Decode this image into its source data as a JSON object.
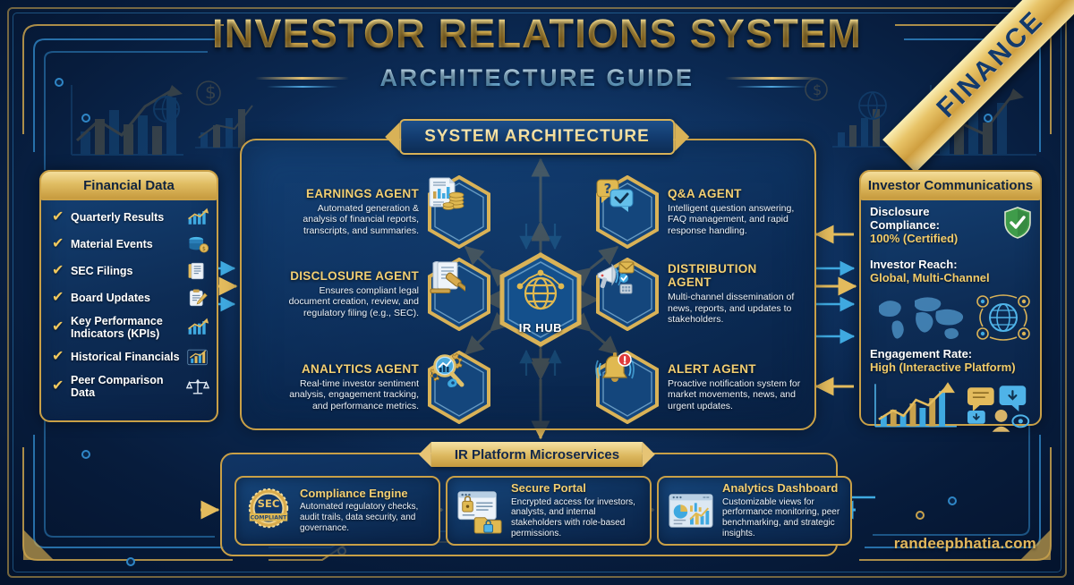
{
  "header": {
    "title": "INVESTOR RELATIONS SYSTEM",
    "subtitle": "ARCHITECTURE GUIDE",
    "ribbon_label": "FINANCE"
  },
  "colors": {
    "gold": "#d9b257",
    "gold_light": "#f3cf72",
    "cyan": "#3fa9e0",
    "navy": "#0b2c57",
    "white": "#ffffff"
  },
  "left_panel": {
    "title": "Financial Data",
    "items": [
      {
        "label": "Quarterly Results",
        "icon": "bar-chart-up-icon"
      },
      {
        "label": "Material Events",
        "icon": "database-coin-icon"
      },
      {
        "label": "SEC Filings",
        "icon": "documents-icon"
      },
      {
        "label": "Board Updates",
        "icon": "clipboard-pen-icon"
      },
      {
        "label": "Key Performance Indicators (KPIs)",
        "icon": "bar-chart-up-icon"
      },
      {
        "label": "Historical Financials",
        "icon": "bar-chart-gold-icon"
      },
      {
        "label": "Peer Comparison Data",
        "icon": "scales-icon"
      }
    ]
  },
  "right_panel": {
    "title": "Investor Communications",
    "metrics": [
      {
        "key": "Disclosure Compliance:",
        "value": "100% (Certified)",
        "icon": "shield-check-icon"
      },
      {
        "key": "Investor Reach:",
        "value": "Global, Multi-Channel",
        "icon": "world-map-icon"
      },
      {
        "key": "Engagement Rate:",
        "value": "High (Interactive Platform)",
        "icon": "growth-chart-icon"
      }
    ]
  },
  "architecture": {
    "banner": "SYSTEM ARCHITECTURE",
    "hub": {
      "label": "IR HUB",
      "icon": "globe-network-icon"
    },
    "agents_left": [
      {
        "title": "EARNINGS AGENT",
        "desc": "Automated generation & analysis of financial reports, transcripts, and summaries.",
        "icon": "financial-report-coins-icon"
      },
      {
        "title": "DISCLOSURE AGENT",
        "desc": "Ensures compliant legal document creation, review, and regulatory filing (e.g., SEC).",
        "icon": "legal-gavel-document-icon"
      },
      {
        "title": "ANALYTICS AGENT",
        "desc": "Real-time investor sentiment analysis, engagement tracking, and performance metrics.",
        "icon": "magnifier-gears-chart-icon"
      }
    ],
    "agents_right": [
      {
        "title": "Q&A AGENT",
        "desc": "Intelligent question answering, FAQ management, and rapid response handling.",
        "icon": "question-chat-check-icon"
      },
      {
        "title": "DISTRIBUTION AGENT",
        "desc": "Multi-channel dissemination of news, reports, and updates to stakeholders.",
        "icon": "megaphone-mail-icon"
      },
      {
        "title": "ALERT AGENT",
        "desc": "Proactive notification system for market movements, news, and urgent updates.",
        "icon": "bell-alert-icon"
      }
    ]
  },
  "microservices": {
    "banner": "IR Platform Microservices",
    "cards": [
      {
        "title": "Compliance Engine",
        "desc": "Automated regulatory checks, audit trails, data security, and governance.",
        "icon": "sec-compliant-badge-icon",
        "badge_top": "SEC",
        "badge_bottom": "COMPLIANT"
      },
      {
        "title": "Secure Portal",
        "desc": "Encrypted access for investors, analysts, and internal stakeholders with role-based permissions.",
        "icon": "locked-browser-folder-icon"
      },
      {
        "title": "Analytics Dashboard",
        "desc": "Customizable views for performance monitoring, peer benchmarking, and strategic insights.",
        "icon": "dashboard-charts-icon"
      }
    ]
  },
  "watermark": "randeepbhatia.com"
}
